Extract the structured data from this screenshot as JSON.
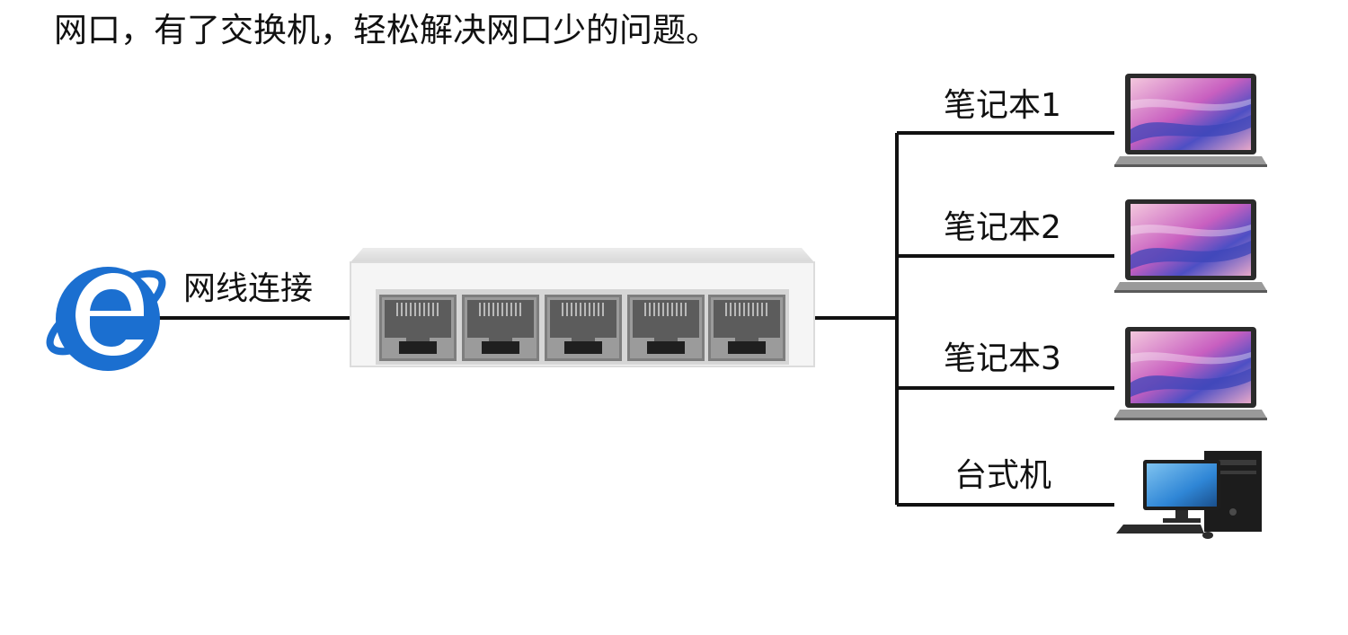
{
  "headline": "网口，有了交换机，轻松解决网口少的问题。",
  "internet": {
    "icon": "internet-explorer-icon",
    "link_label": "网线连接"
  },
  "switch": {
    "icon": "network-switch-icon",
    "ports": 5
  },
  "devices": [
    {
      "label": "笔记本1",
      "icon": "laptop-icon"
    },
    {
      "label": "笔记本2",
      "icon": "laptop-icon"
    },
    {
      "label": "笔记本3",
      "icon": "laptop-icon"
    },
    {
      "label": "台式机",
      "icon": "desktop-computer-icon"
    }
  ],
  "colors": {
    "line": "#111111",
    "ie_blue": "#1b6fd0",
    "switch_body": "#f5f5f5",
    "laptop_screen": "#c85fc0",
    "desktop_screen": "#2f86d6"
  }
}
